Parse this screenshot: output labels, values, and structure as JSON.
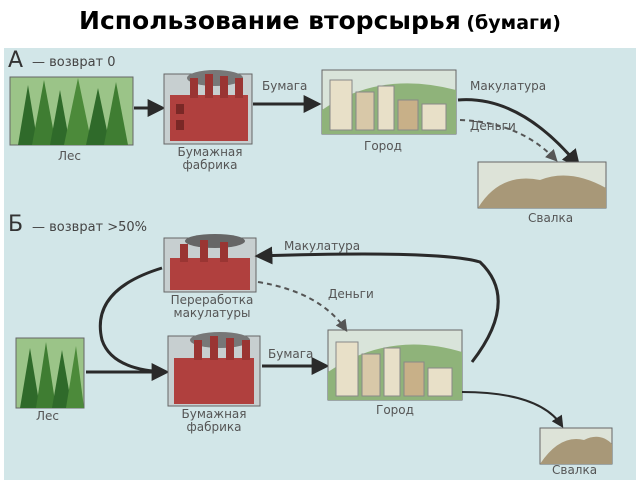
{
  "title": {
    "main": "Использование вторсырья",
    "sub": "(бумаги)"
  },
  "section_a": {
    "letter": "А",
    "caption": "— возврат 0",
    "nodes": {
      "forest": "Лес",
      "paper_mill": "Бумажная\nфабрика",
      "city": "Город",
      "dump": "Свалка"
    },
    "edges": {
      "paper": "Бумага",
      "waste_paper": "Макулатура",
      "money": "Деньги"
    }
  },
  "section_b": {
    "letter": "Б",
    "caption": "— возврат >50%",
    "nodes": {
      "recycling": "Переработка\nмакулатуры",
      "forest": "Лес",
      "paper_mill": "Бумажная\nфабрика",
      "city": "Город",
      "dump": "Свалка"
    },
    "edges": {
      "waste_paper": "Макулатура",
      "money": "Деньги",
      "paper": "Бумага"
    }
  },
  "colors": {
    "background": "#d2e6e8",
    "factory": "#b0403e",
    "forest": "#4c8a3a",
    "arrow": "#2a2a2a",
    "dump": "#a89878"
  }
}
